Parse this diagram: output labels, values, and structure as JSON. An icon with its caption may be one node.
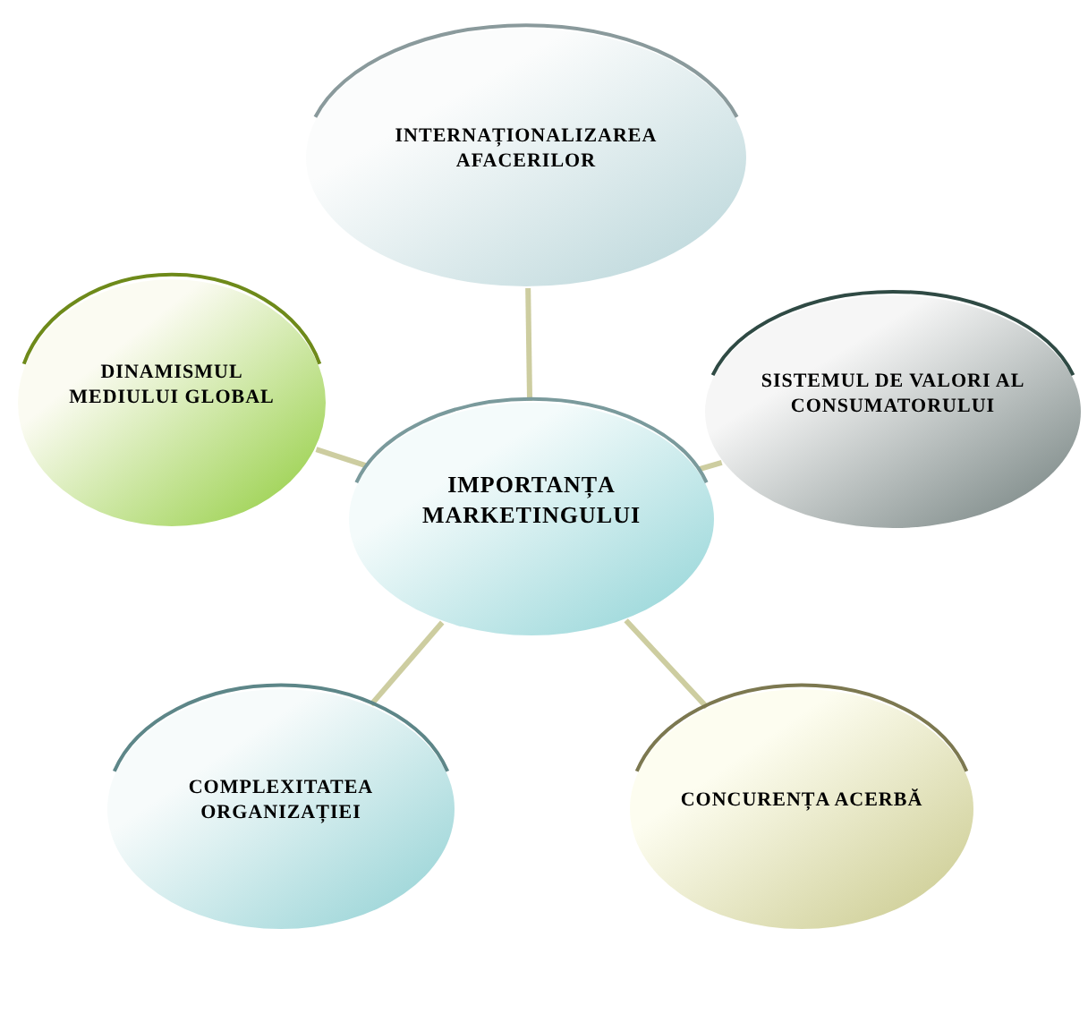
{
  "diagram": {
    "nodes": [
      {
        "text": [
          "IMPORTANȚA MARKETINGULUI"
        ]
      },
      {
        "text": [
          "INTERNAȚIONALIZAREA AFACERILOR"
        ]
      },
      {
        "text": [
          "DINAMISMUL MEDIULUI GLOBAL"
        ]
      },
      {
        "text": [
          "SISTEMUL DE VALORI AL CONSUMATORULUI"
        ]
      },
      {
        "text": [
          "COMPLEXITATEA ORGANIZAȚIEI"
        ]
      },
      {
        "text": [
          "CONCURENȚA ACERBĂ"
        ]
      }
    ],
    "edges": [
      {
        "from": 0,
        "to": 1,
        "arrow": "none"
      },
      {
        "from": 0,
        "to": 2,
        "arrow": "none"
      },
      {
        "from": 0,
        "to": 3,
        "arrow": "none"
      },
      {
        "from": 0,
        "to": 4,
        "arrow": "none"
      },
      {
        "from": 0,
        "to": 5,
        "arrow": "none"
      }
    ]
  }
}
